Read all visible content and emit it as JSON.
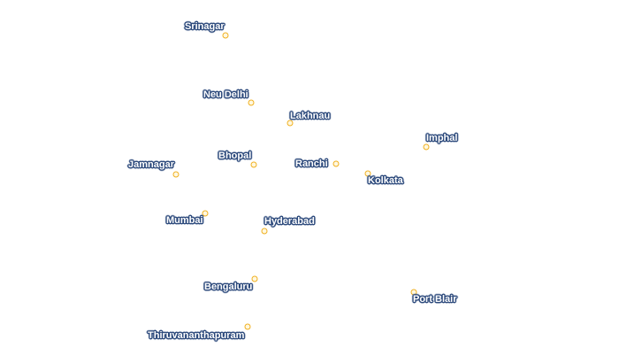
{
  "colors": {
    "marker": "#f0b020",
    "label_fill": "#ffffff",
    "label_halo": "#2d4a7c"
  },
  "cities": [
    {
      "name": "Srinagar"
    },
    {
      "name": "Neu Delhi"
    },
    {
      "name": "Lakhnau"
    },
    {
      "name": "Imphal"
    },
    {
      "name": "Bhopal"
    },
    {
      "name": "Ranchi"
    },
    {
      "name": "Jamnagar"
    },
    {
      "name": "Kolkata"
    },
    {
      "name": "Mumbai"
    },
    {
      "name": "Hyderabad"
    },
    {
      "name": "Bengaluru"
    },
    {
      "name": "Port Blair"
    },
    {
      "name": "Thiruvananthapuram"
    }
  ]
}
